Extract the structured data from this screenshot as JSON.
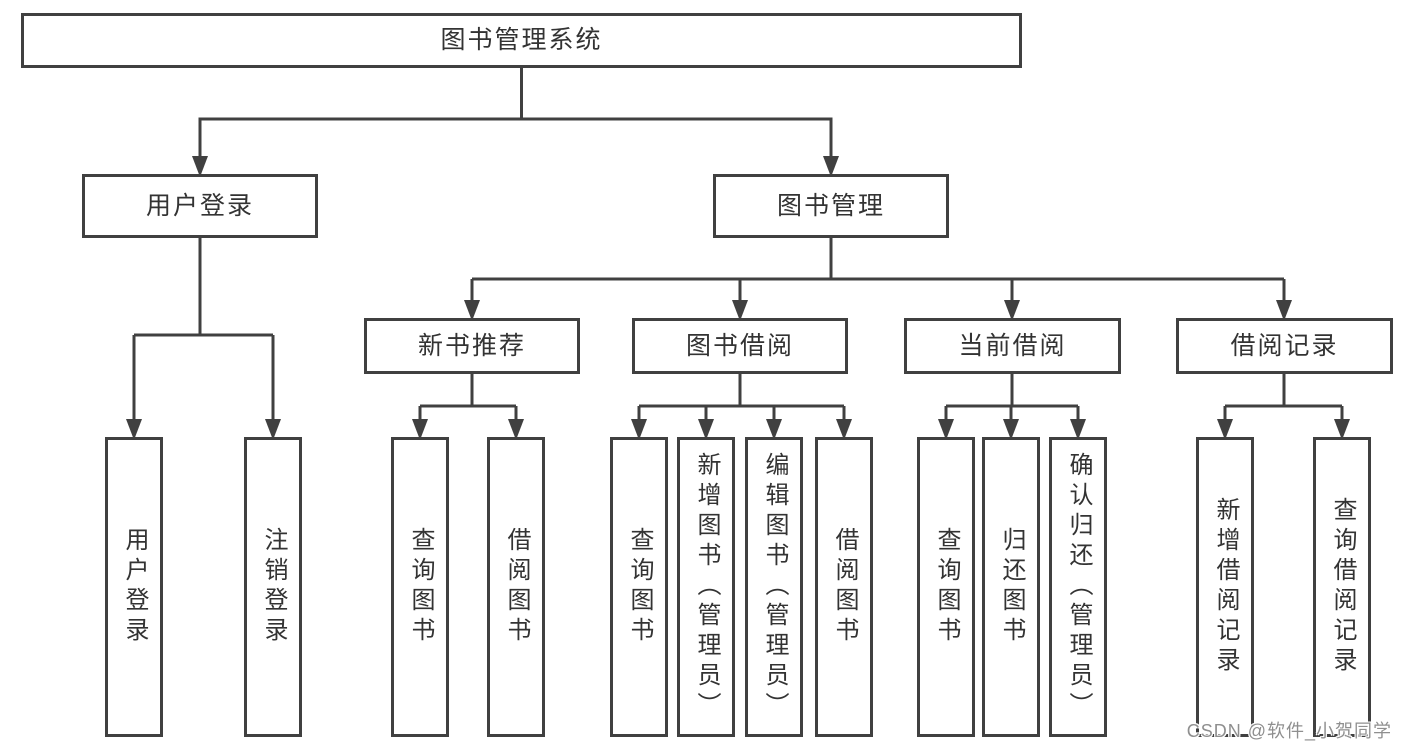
{
  "nodes": {
    "root": "图书管理系统",
    "level2": {
      "user_login": "用户登录",
      "book_management": "图书管理"
    },
    "level3": {
      "new_book_recommend": "新书推荐",
      "book_borrow": "图书借阅",
      "current_borrow": "当前借阅",
      "borrow_records": "借阅记录"
    },
    "leaves": {
      "user_login": [
        "用户登录",
        "注销登录"
      ],
      "new_book_recommend": [
        "查询图书",
        "借阅图书"
      ],
      "book_borrow": [
        "查询图书",
        "新增图书（管理员）",
        "编辑图书（管理员）",
        "借阅图书"
      ],
      "current_borrow": [
        "查询图书",
        "归还图书",
        "确认归还（管理员）"
      ],
      "borrow_records": [
        "新增借阅记录",
        "查询借阅记录"
      ]
    }
  },
  "style": {
    "line_color": "#404040",
    "background": "#ffffff",
    "text_color": "#333333",
    "watermark_color": "#8f8f8f"
  },
  "watermark": {
    "text": "CSDN @软件_小贺同学"
  }
}
